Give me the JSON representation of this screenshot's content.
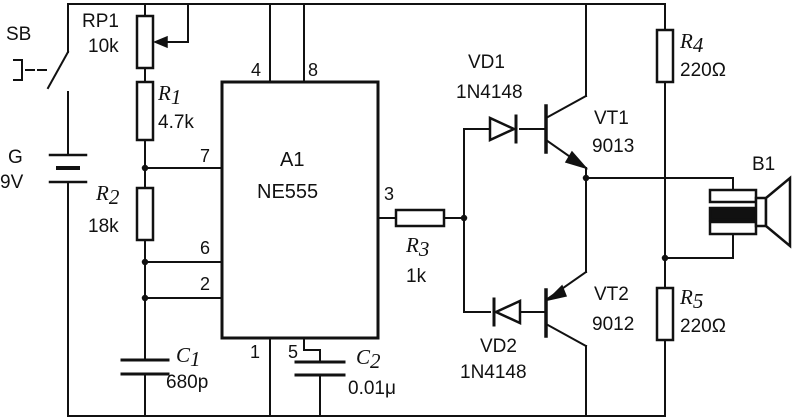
{
  "ic": {
    "ref": "A1",
    "part": "NE555",
    "pins": {
      "p4": "4",
      "p8": "8",
      "p7": "7",
      "p6": "6",
      "p2": "2",
      "p3": "3",
      "p1": "1",
      "p5": "5"
    }
  },
  "switch": {
    "ref": "SB"
  },
  "battery": {
    "ref": "G",
    "value": "9V"
  },
  "rp1": {
    "ref": "RP1",
    "value": "10k"
  },
  "r1": {
    "ref": "R",
    "sub": "1",
    "value": "4.7k"
  },
  "r2": {
    "ref": "R",
    "sub": "2",
    "value": "18k"
  },
  "r3": {
    "ref": "R",
    "sub": "3",
    "value": "1k"
  },
  "r4": {
    "ref": "R",
    "sub": "4",
    "value": "220Ω"
  },
  "r5": {
    "ref": "R",
    "sub": "5",
    "value": "220Ω"
  },
  "c1": {
    "ref": "C",
    "sub": "1",
    "value": "680p"
  },
  "c2": {
    "ref": "C",
    "sub": "2",
    "value": "0.01μ"
  },
  "vd1": {
    "ref": "VD1",
    "part": "1N4148"
  },
  "vd2": {
    "ref": "VD2",
    "part": "1N4148"
  },
  "vt1": {
    "ref": "VT1",
    "part": "9013"
  },
  "vt2": {
    "ref": "VT2",
    "part": "9012"
  },
  "b1": {
    "ref": "B1"
  }
}
